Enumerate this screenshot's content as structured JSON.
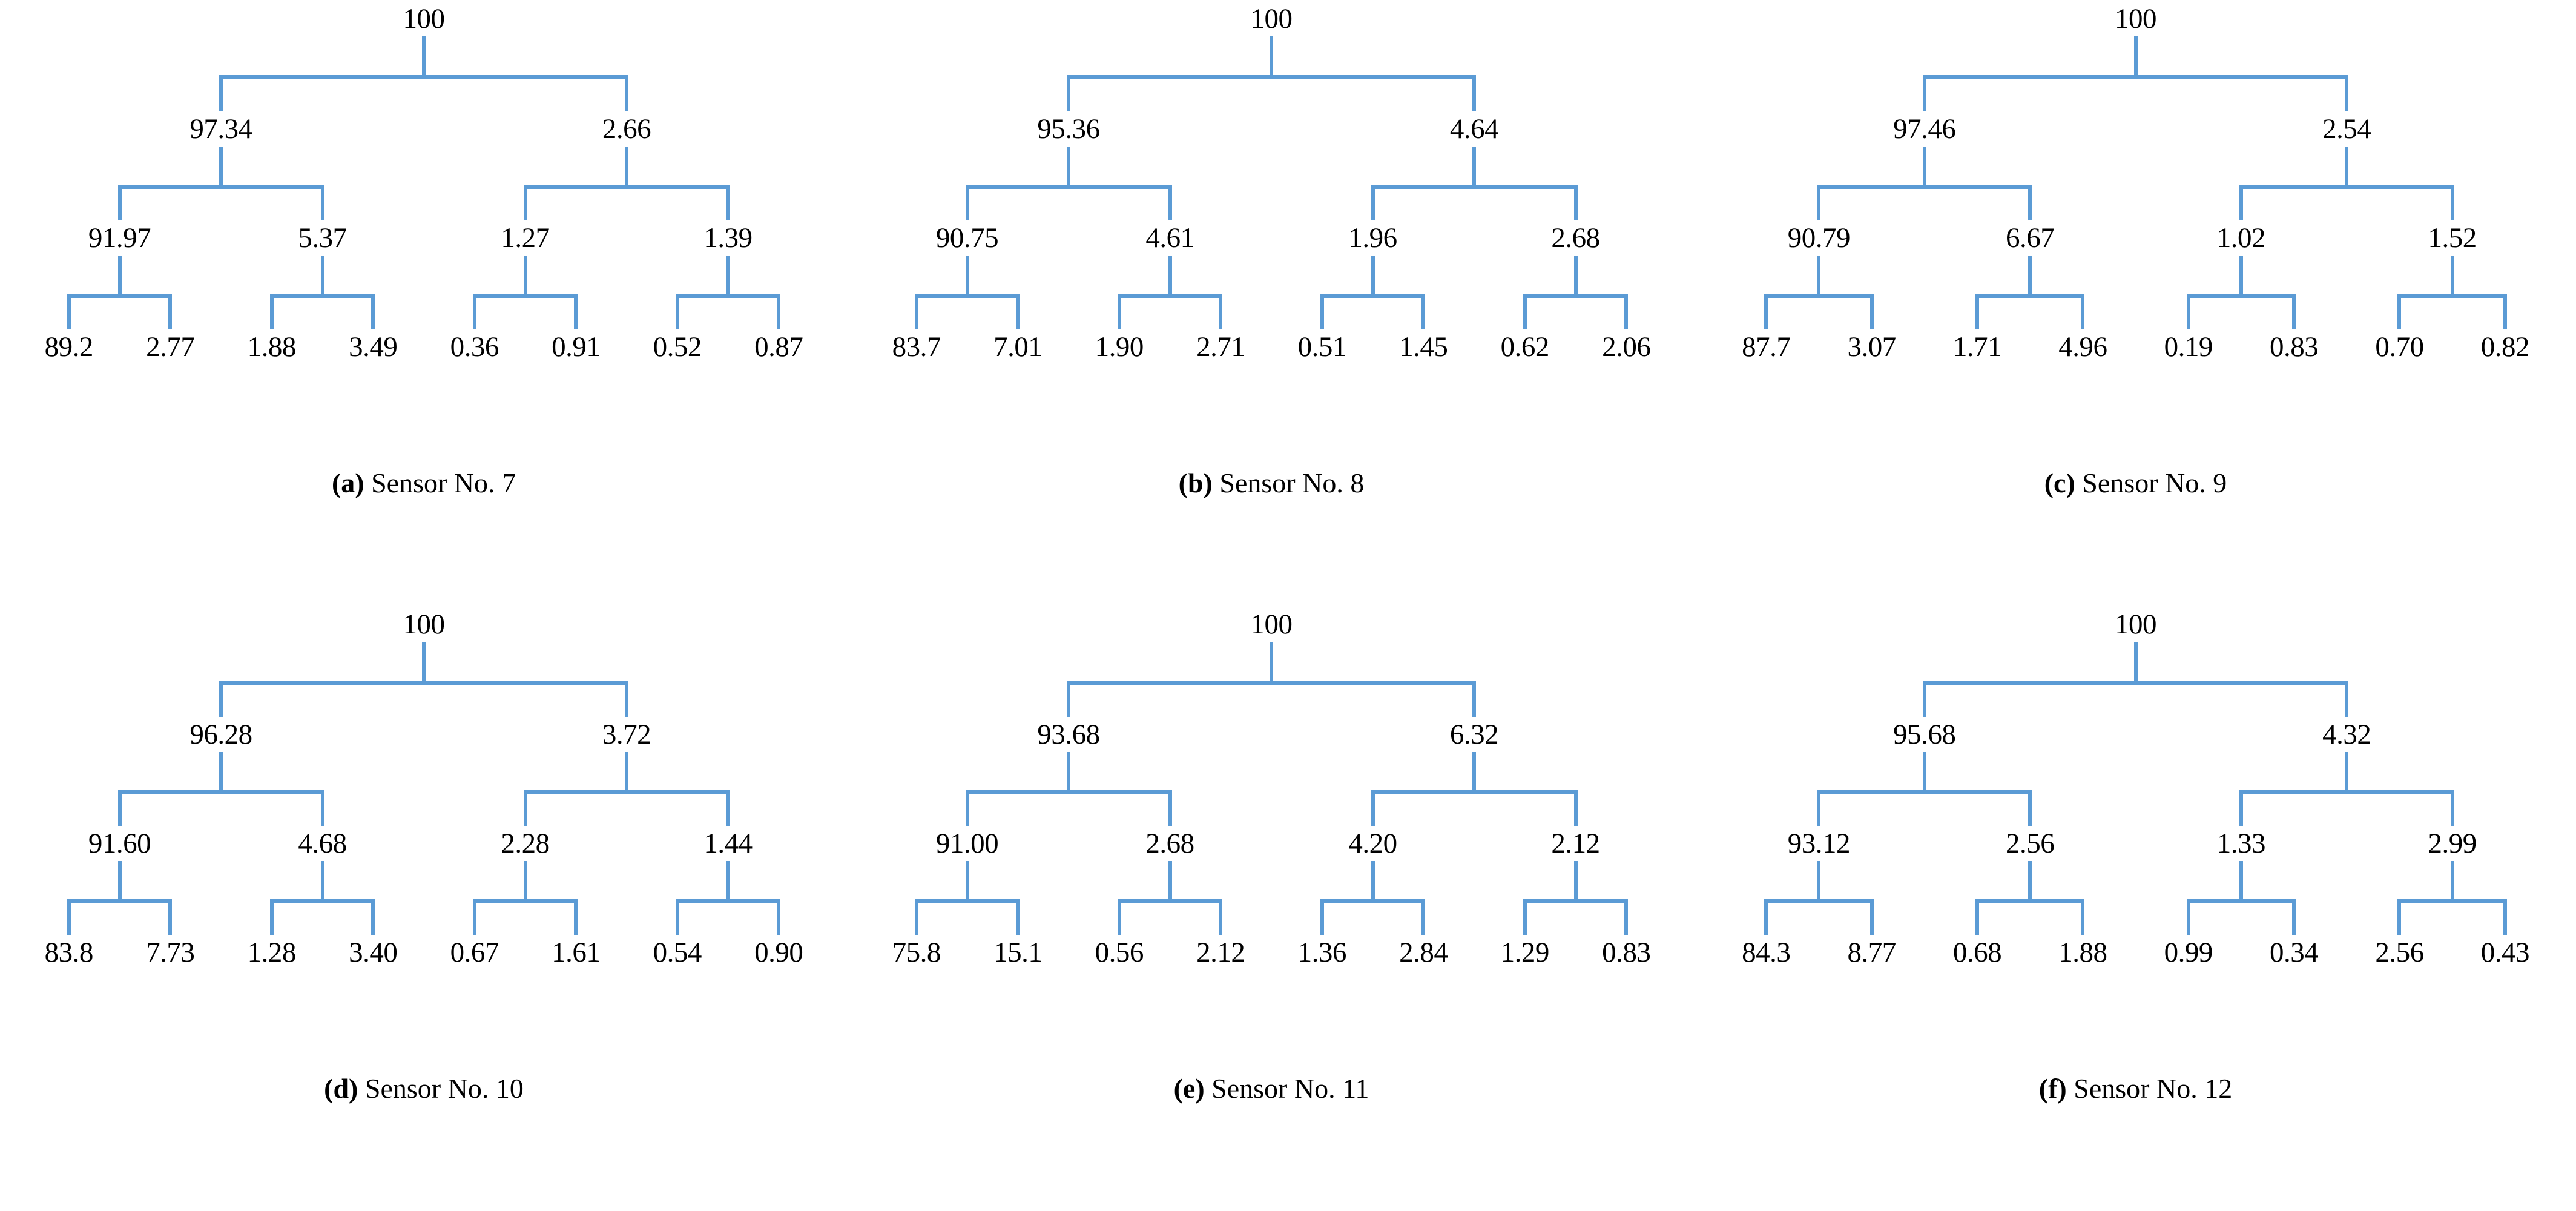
{
  "figure": {
    "type": "hierarchical-decomposition-tree-grid",
    "rows": 2,
    "columns": 3,
    "line_color": "#5b9bd5",
    "text_color": "#000000",
    "background": "#ffffff",
    "levels": 4,
    "leaves_per_tree": 8
  },
  "chart_data": {
    "type": "table",
    "title": "",
    "description": "Six 4-level binary wavelet-packet energy decomposition trees, one per sensor. Root = 100 (percent of total energy); each node splits into two children whose values are percentages of the total.",
    "panels": [
      {
        "id": "a",
        "caption_letter": "(a)",
        "caption_text": "Sensor No. 7",
        "level1": [
          "100"
        ],
        "level2": [
          "97.34",
          "2.66"
        ],
        "level3": [
          "91.97",
          "5.37",
          "1.27",
          "1.39"
        ],
        "level4": [
          "89.2",
          "2.77",
          "1.88",
          "3.49",
          "0.36",
          "0.91",
          "0.52",
          "0.87"
        ]
      },
      {
        "id": "b",
        "caption_letter": "(b)",
        "caption_text": "Sensor No. 8",
        "level1": [
          "100"
        ],
        "level2": [
          "95.36",
          "4.64"
        ],
        "level3": [
          "90.75",
          "4.61",
          "1.96",
          "2.68"
        ],
        "level4": [
          "83.7",
          "7.01",
          "1.90",
          "2.71",
          "0.51",
          "1.45",
          "0.62",
          "2.06"
        ]
      },
      {
        "id": "c",
        "caption_letter": "(c)",
        "caption_text": "Sensor No. 9",
        "level1": [
          "100"
        ],
        "level2": [
          "97.46",
          "2.54"
        ],
        "level3": [
          "90.79",
          "6.67",
          "1.02",
          "1.52"
        ],
        "level4": [
          "87.7",
          "3.07",
          "1.71",
          "4.96",
          "0.19",
          "0.83",
          "0.70",
          "0.82"
        ]
      },
      {
        "id": "d",
        "caption_letter": "(d)",
        "caption_text": "Sensor No. 10",
        "level1": [
          "100"
        ],
        "level2": [
          "96.28",
          "3.72"
        ],
        "level3": [
          "91.60",
          "4.68",
          "2.28",
          "1.44"
        ],
        "level4": [
          "83.8",
          "7.73",
          "1.28",
          "3.40",
          "0.67",
          "1.61",
          "0.54",
          "0.90"
        ]
      },
      {
        "id": "e",
        "caption_letter": "(e)",
        "caption_text": "Sensor No. 11",
        "level1": [
          "100"
        ],
        "level2": [
          "93.68",
          "6.32"
        ],
        "level3": [
          "91.00",
          "2.68",
          "4.20",
          "2.12"
        ],
        "level4": [
          "75.8",
          "15.1",
          "0.56",
          "2.12",
          "1.36",
          "2.84",
          "1.29",
          "0.83"
        ]
      },
      {
        "id": "f",
        "caption_letter": "(f)",
        "caption_text": "Sensor No. 12",
        "level1": [
          "100"
        ],
        "level2": [
          "95.68",
          "4.32"
        ],
        "level3": [
          "93.12",
          "2.56",
          "1.33",
          "2.99"
        ],
        "level4": [
          "84.3",
          "8.77",
          "0.68",
          "1.88",
          "0.99",
          "0.34",
          "2.56",
          "0.43"
        ]
      }
    ]
  }
}
